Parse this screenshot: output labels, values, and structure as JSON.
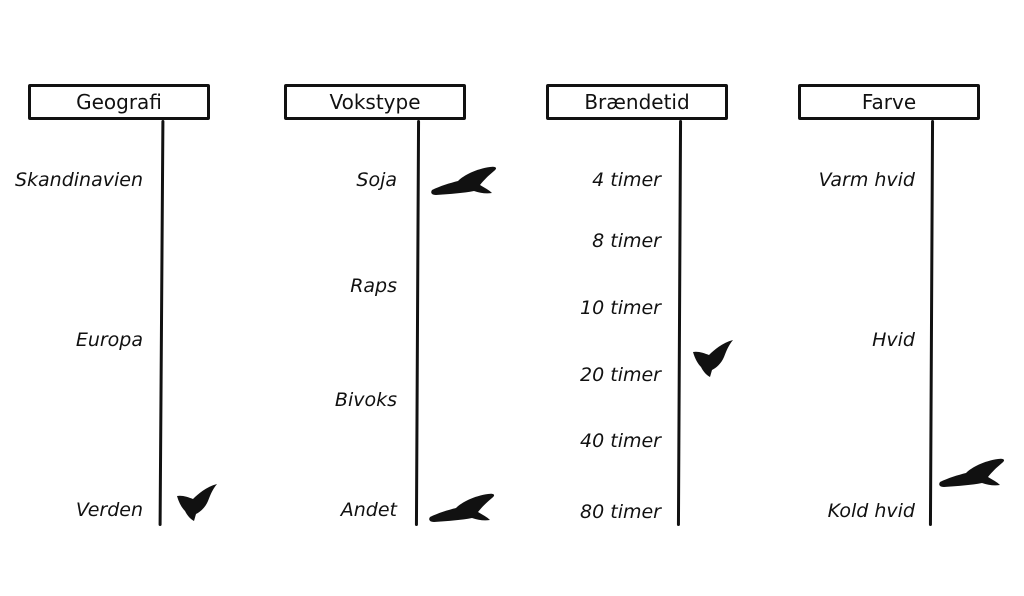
{
  "columns": [
    {
      "title": "Geografi",
      "options": [
        "Skandinavien",
        "Europa",
        "Verden"
      ],
      "selected": "Verden"
    },
    {
      "title": "Vokstype",
      "options": [
        "Soja",
        "Raps",
        "Bivoks",
        "Andet"
      ],
      "selected": [
        "Soja",
        "Andet"
      ]
    },
    {
      "title": "Brændetid",
      "options": [
        "4 timer",
        "8 timer",
        "10 timer",
        "20 timer",
        "40 timer",
        "80 timer"
      ],
      "selected": "20 timer"
    },
    {
      "title": "Farve",
      "options": [
        "Varm hvid",
        "Hvid",
        "Kold hvid"
      ],
      "selected": "Kold hvid"
    }
  ],
  "icons": {
    "marker": "bird-silhouette-icon"
  },
  "colors": {
    "ink": "#111111",
    "background": "#ffffff"
  }
}
